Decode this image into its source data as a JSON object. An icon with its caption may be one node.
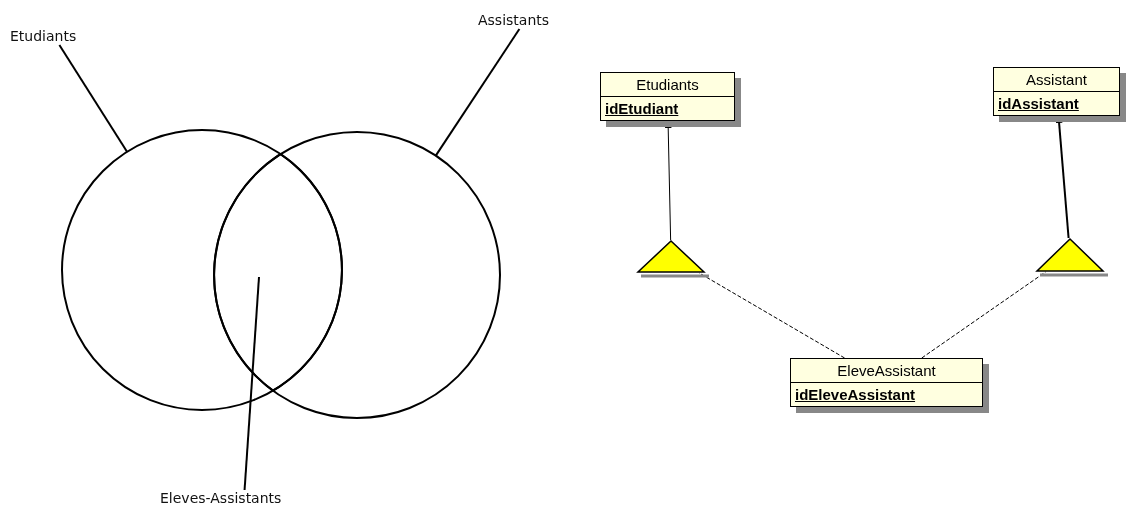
{
  "diagram": {
    "nodes": [
      {
        "text": [
          "Etudiants"
        ]
      },
      {
        "text": [
          "Assistants"
        ]
      },
      {
        "text": [
          "Eleves-Assistants"
        ]
      },
      {
        "text": [],
        "shape": "circle"
      },
      {
        "text": [],
        "shape": "circle"
      },
      {
        "text": [
          "Etudiants",
          "idEtudiant"
        ]
      },
      {
        "text": [
          "Assistant",
          "idAssistant"
        ]
      },
      {
        "text": [],
        "shape": "triangle"
      },
      {
        "text": [],
        "shape": "triangle"
      },
      {
        "text": [
          "EleveAssistant",
          "idEleveAssistant"
        ]
      },
      {
        "text": [],
        "shape": "lens"
      }
    ],
    "edges": [
      {
        "from": 0,
        "to": 3,
        "arrow": "none"
      },
      {
        "from": 1,
        "to": 4,
        "arrow": "none"
      },
      {
        "from": 2,
        "to": 10,
        "arrow": "none"
      },
      {
        "from": 7,
        "to": 5,
        "arrow": "to"
      },
      {
        "from": 8,
        "to": 6,
        "arrow": "to"
      },
      {
        "from": 9,
        "to": 7,
        "arrow": "none",
        "style": "dashed"
      },
      {
        "from": 9,
        "to": 8,
        "arrow": "none",
        "style": "dashed"
      }
    ]
  }
}
